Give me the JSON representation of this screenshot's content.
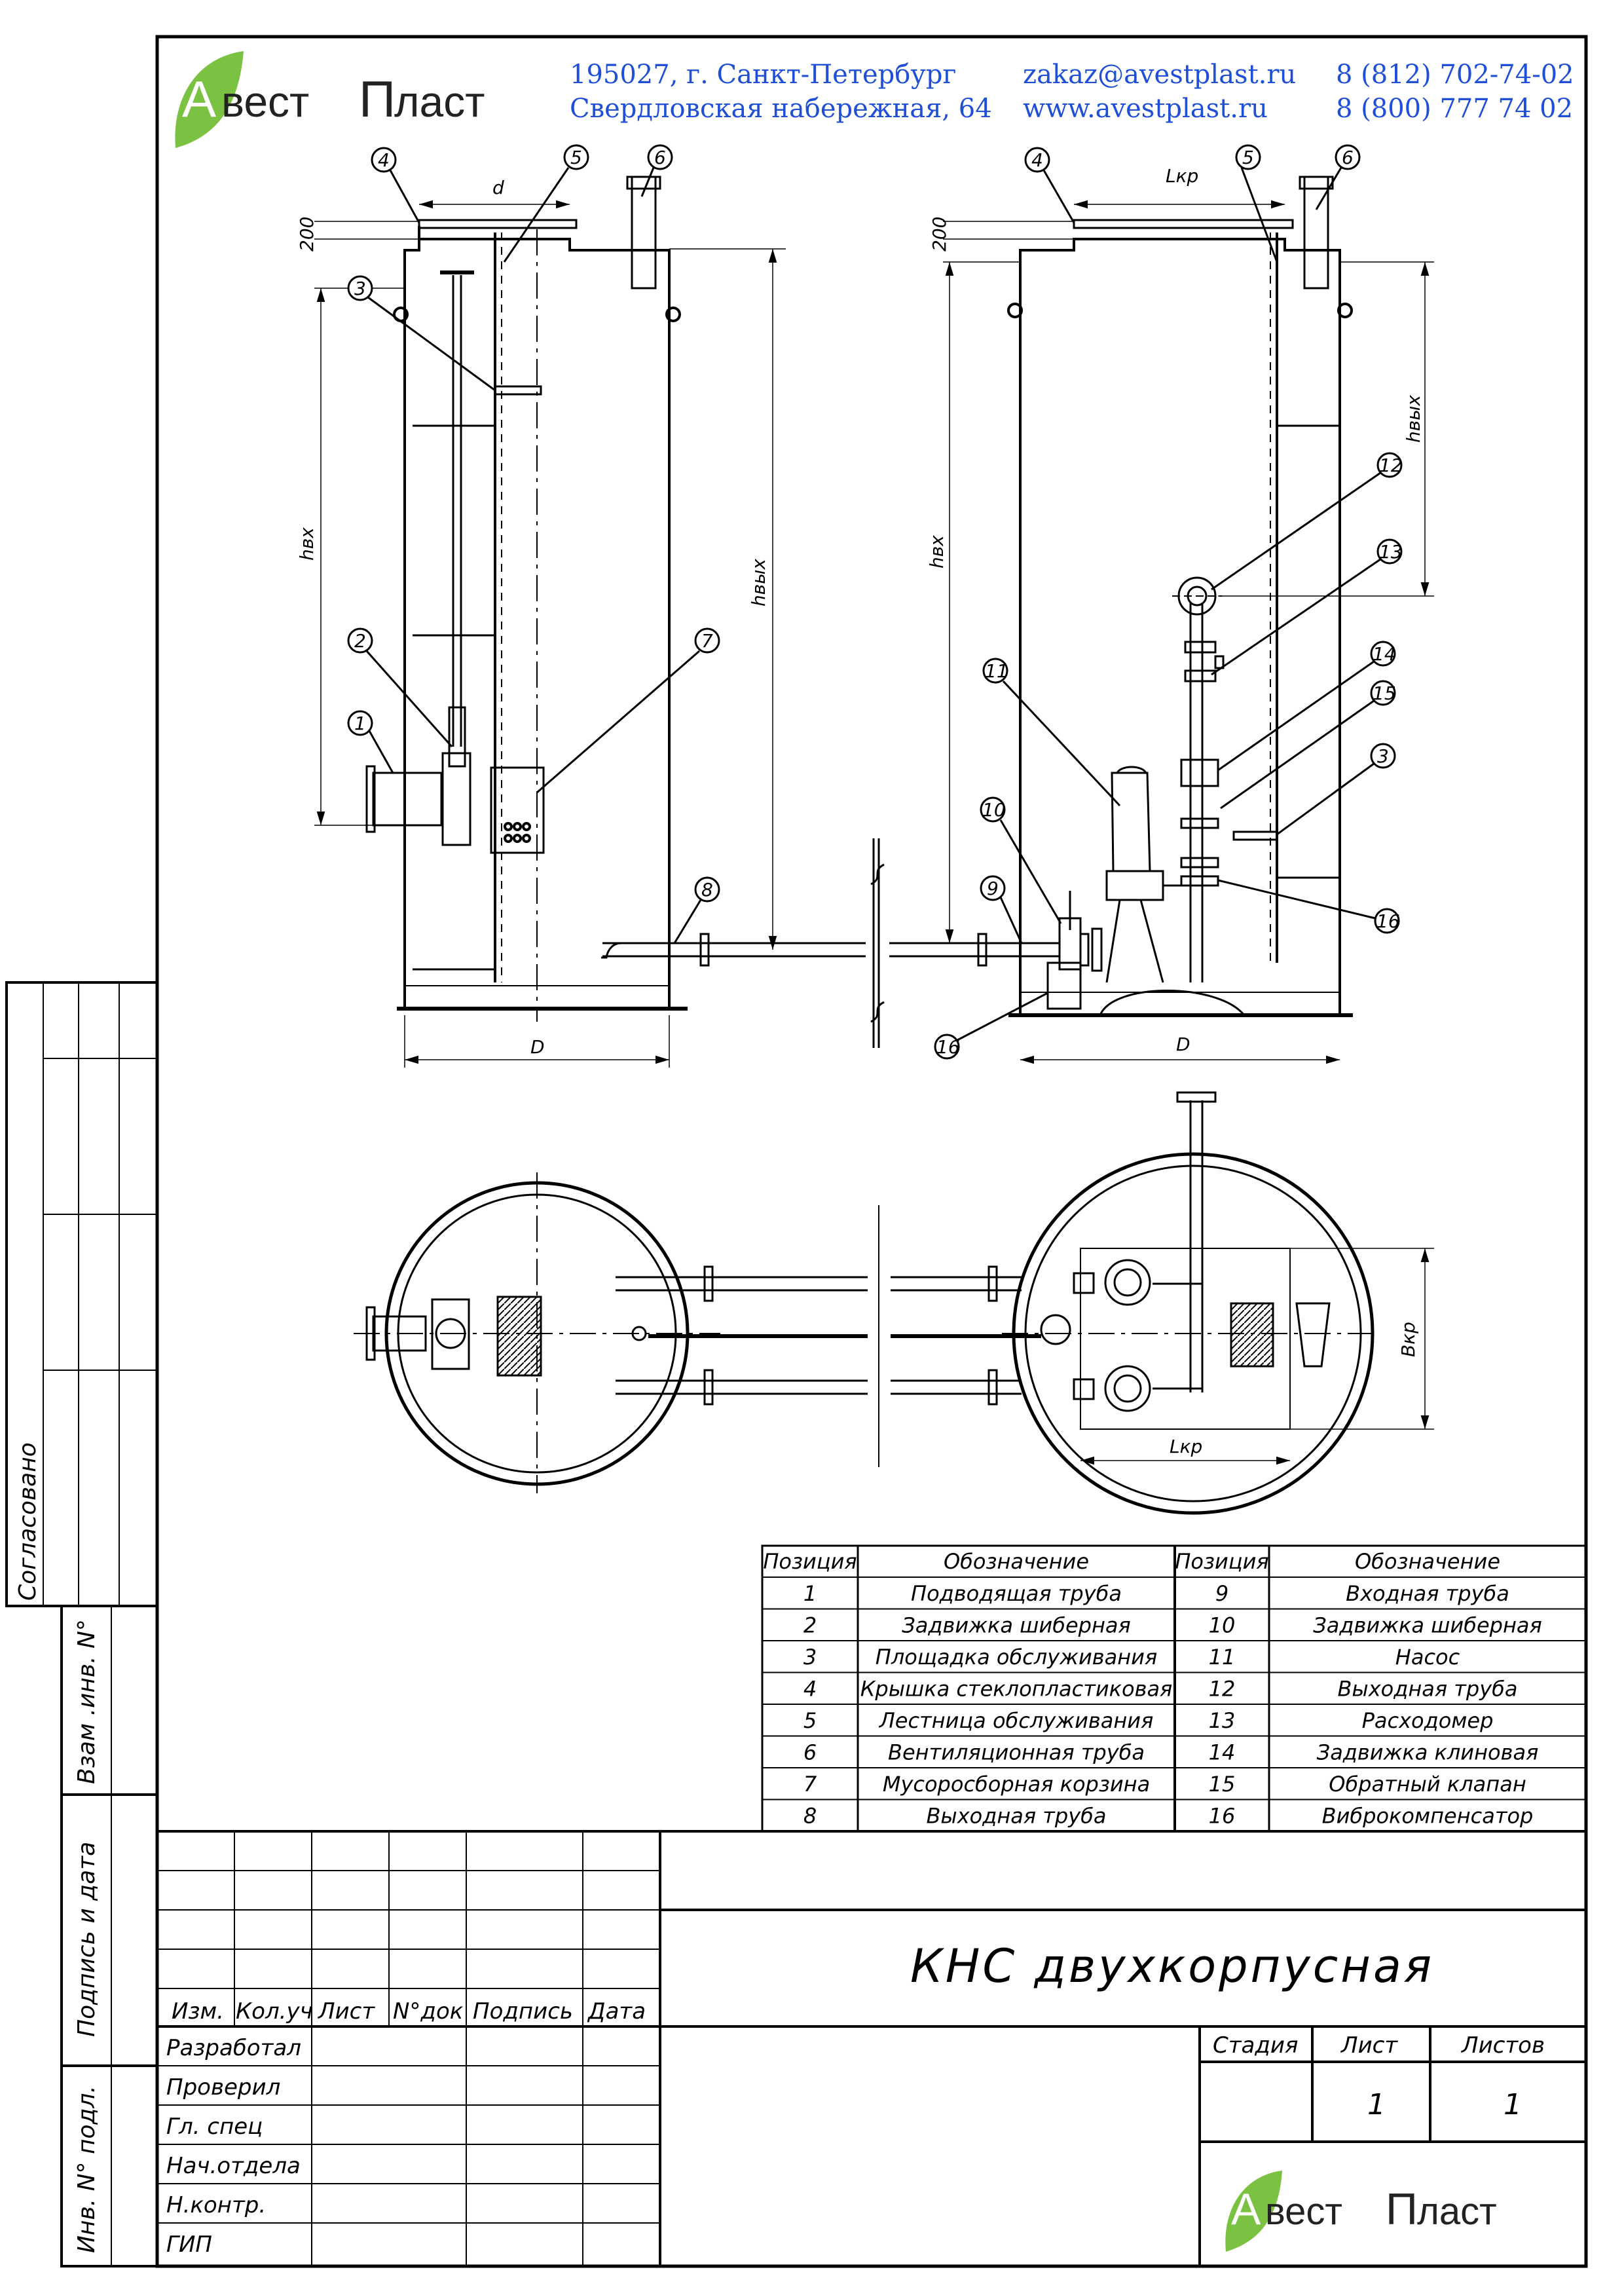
{
  "company": {
    "logo_text_a": "А",
    "logo_text_1": "вест",
    "logo_text_p": "П",
    "logo_text_2": "ласт",
    "address_1": "195027, г. Санкт-Петербург",
    "address_2": "Свердловская набережная, 64",
    "email": "zakaz@avestplast.ru",
    "site": "www.avestplast.ru",
    "phone_1": "8 (812) 702-74-02",
    "phone_2": "8 (800) 777 74 02"
  },
  "drawing": {
    "dims": {
      "d": "d",
      "lkr": "Lкр",
      "h200": "200",
      "hvx": "hвх",
      "hvyx": "hвых",
      "D": "D",
      "bkr": "Bкр"
    },
    "callouts_left": [
      "4",
      "5",
      "6",
      "3",
      "2",
      "1",
      "7",
      "8"
    ],
    "callouts_right": [
      "4",
      "5",
      "6",
      "12",
      "13",
      "14",
      "15",
      "11",
      "10",
      "9",
      "3",
      "16",
      "16"
    ]
  },
  "positions": {
    "header_pos": "Позиция",
    "header_name": "Обозначение",
    "left": [
      {
        "pos": "1",
        "name": "Подводящая труба"
      },
      {
        "pos": "2",
        "name": "Задвижка шиберная"
      },
      {
        "pos": "3",
        "name": "Площадка обслуживания"
      },
      {
        "pos": "4",
        "name": "Крышка стеклопластиковая"
      },
      {
        "pos": "5",
        "name": "Лестница обслуживания"
      },
      {
        "pos": "6",
        "name": "Вентиляционная труба"
      },
      {
        "pos": "7",
        "name": "Мусоросборная корзина"
      },
      {
        "pos": "8",
        "name": "Выходная труба"
      }
    ],
    "right": [
      {
        "pos": "9",
        "name": "Входная труба"
      },
      {
        "pos": "10",
        "name": "Задвижка шиберная"
      },
      {
        "pos": "11",
        "name": "Насос"
      },
      {
        "pos": "12",
        "name": "Выходная труба"
      },
      {
        "pos": "13",
        "name": "Расходомер"
      },
      {
        "pos": "14",
        "name": "Задвижка клиновая"
      },
      {
        "pos": "15",
        "name": "Обратный клапан"
      },
      {
        "pos": "16",
        "name": "Виброкомпенсатор"
      }
    ]
  },
  "title_block": {
    "title": "КНС двухкорпусная",
    "col_izm": "Изм.",
    "col_kol": "Кол.уч",
    "col_list": "Лист",
    "col_ndok": "N°док",
    "col_podpis": "Подпись",
    "col_data": "Дата",
    "roles": [
      "Разработал",
      "Проверил",
      "Гл. спец",
      "Нач.отдела",
      "Н.контр.",
      "ГИП"
    ],
    "stage_label": "Стадия",
    "sheet_label": "Лист",
    "sheets_label": "Листов",
    "sheet_value": "1",
    "sheets_value": "1"
  },
  "side_stamps": {
    "agreed": "Согласовано",
    "inv_vzam": "Взам .инв. N°",
    "sign_date": "Подпись и дата",
    "inv_podl": "Инв. N° подл."
  },
  "colors": {
    "logo_green": "#7cc242",
    "contact_blue": "#1f4fd6",
    "line": "#000000"
  }
}
